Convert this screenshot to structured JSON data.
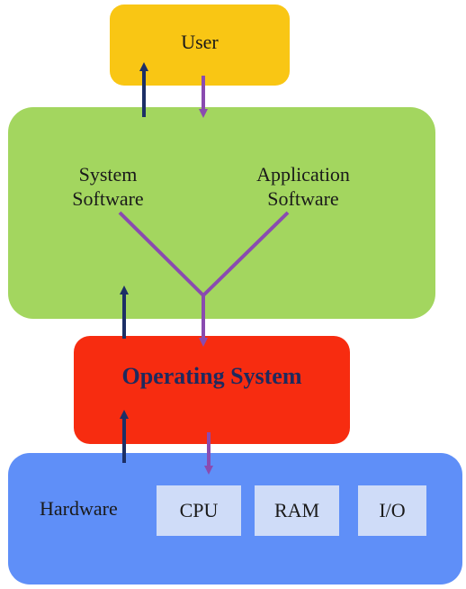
{
  "colors": {
    "user": "#f9c614",
    "software": "#a3d65f",
    "os": "#f72c10",
    "os_text": "#1e2a5e",
    "hardware": "#5f8ff8",
    "chip": "#cfdcf8",
    "arrow_up": "#1c2f66",
    "arrow_down": "#8a4bb0"
  },
  "user": {
    "label": "User"
  },
  "software": {
    "system_label_1": "System",
    "system_label_2": "Software",
    "application_label_1": "Application",
    "application_label_2": "Software"
  },
  "os": {
    "label": "Operating System"
  },
  "hardware": {
    "label": "Hardware",
    "components": [
      "CPU",
      "RAM",
      "I/O"
    ]
  }
}
